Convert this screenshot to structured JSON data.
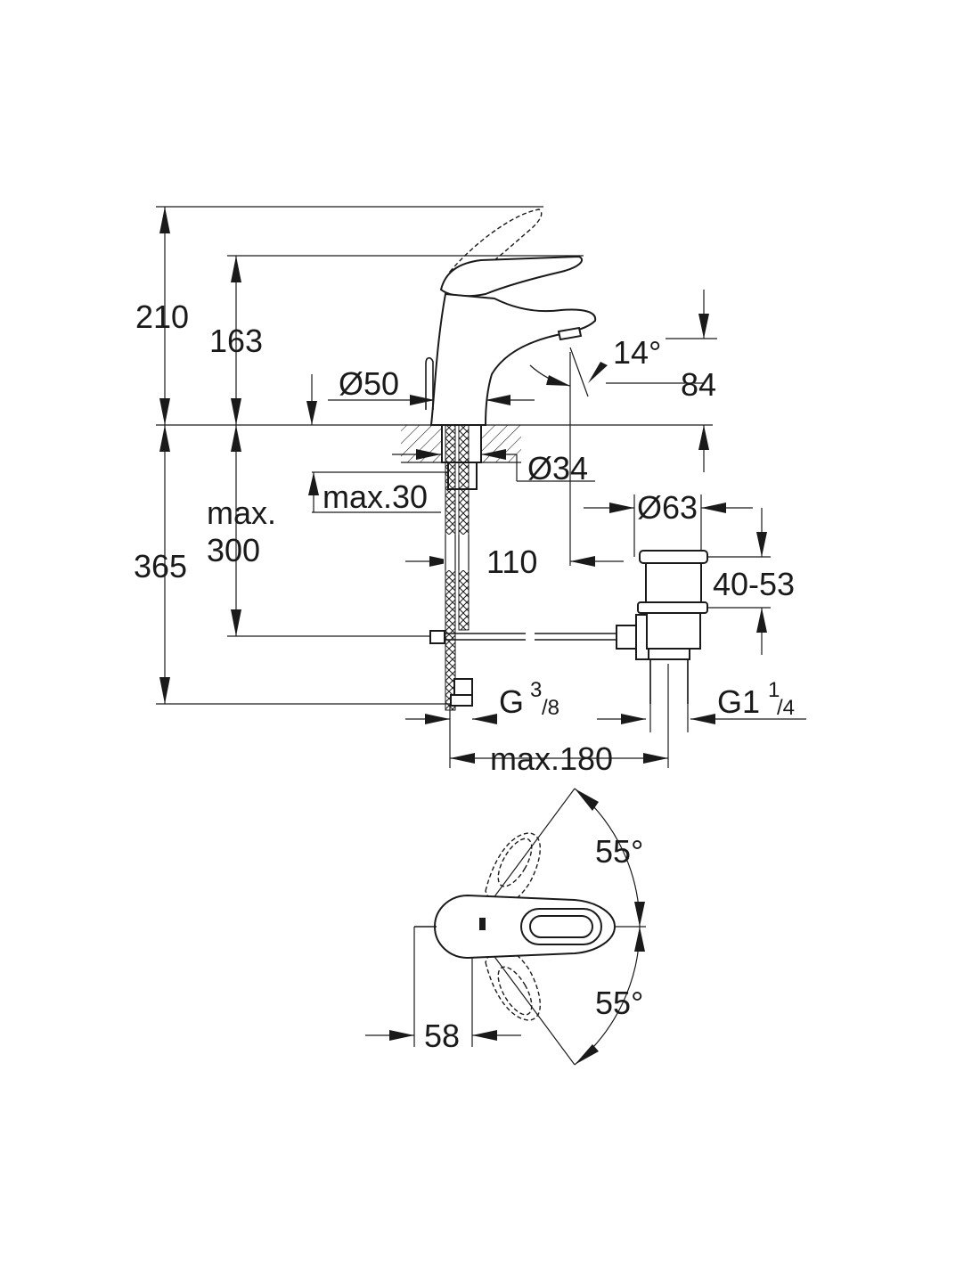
{
  "dimensions": {
    "total_height": "210",
    "spout_height": "163",
    "body_diameter": "Ø50",
    "spout_angle": "14°",
    "outlet_height": "84",
    "mount_hole": "Ø34",
    "max_thickness": "max.30",
    "hose_max_1": "max.",
    "hose_max_2": "300",
    "below_height": "365",
    "spout_reach": "110",
    "waste_diameter": "Ø63",
    "waste_range": "40-53",
    "inlet_thread_main": "G",
    "inlet_thread_num": "3",
    "inlet_thread_den": "/8",
    "waste_thread_main": "G1",
    "waste_thread_num": "1",
    "waste_thread_den": "/4",
    "max_reach": "max.180",
    "handle_angle_top": "55°",
    "handle_angle_bottom": "55°",
    "lever_offset": "58"
  },
  "colors": {
    "line": "#1a1a1a",
    "background": "#ffffff"
  }
}
